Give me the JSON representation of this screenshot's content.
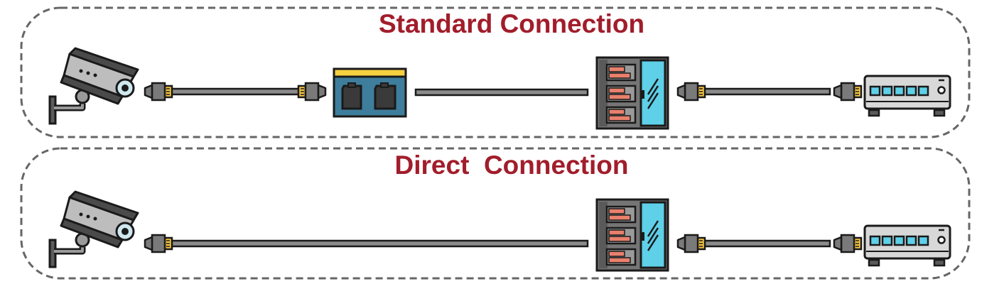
{
  "colors": {
    "title": "#a11d2b",
    "dash_border": "#666666",
    "cable": "#8a8a8a",
    "outline": "#1a1a1a",
    "camera_body": "#5c5c5c",
    "wall_jack_face": "#3f7d9c",
    "wall_jack_top": "#f5d041",
    "patch_panel_body": "#757575",
    "patch_panel_ports": "#e8806c",
    "patch_panel_glass": "#5ed0e8",
    "switch_body": "#d8d8d8",
    "switch_ports": "#5ed0e8",
    "connector_tip": "#f5c542"
  },
  "sections": [
    {
      "title": "Standard Connection",
      "devices": [
        "security-camera",
        "wall-jack",
        "patch-panel",
        "network-switch"
      ]
    },
    {
      "title": "Direct  Connection",
      "devices": [
        "security-camera",
        "patch-panel",
        "network-switch"
      ]
    }
  ]
}
